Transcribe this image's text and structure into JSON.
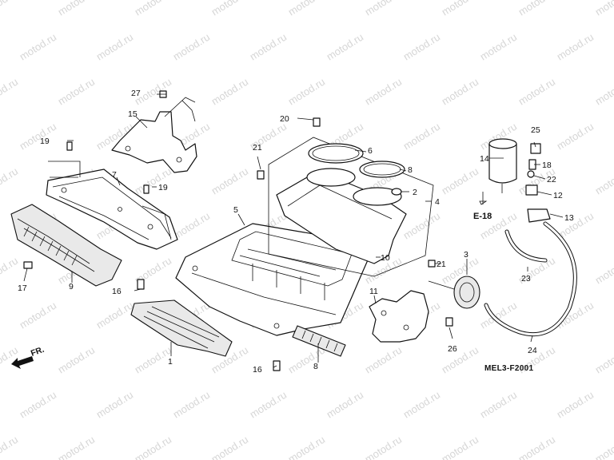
{
  "watermark": "motod.ru",
  "diagram_code": "MEL3-F2001",
  "ref_code": "E-18",
  "direction_label": "FR.",
  "callouts": {
    "c1": "1",
    "c2": "2",
    "c3": "3",
    "c4": "4",
    "c5": "5",
    "c6": "6",
    "c7": "7",
    "c8a": "8",
    "c8b": "8",
    "c9": "9",
    "c10": "10",
    "c11": "11",
    "c12": "12",
    "c13": "13",
    "c14": "14",
    "c15": "15",
    "c16a": "16",
    "c16b": "16",
    "c17": "17",
    "c18": "18",
    "c19a": "19",
    "c19b": "19",
    "c20": "20",
    "c21a": "21",
    "c21b": "21",
    "c22": "22",
    "c23": "23",
    "c24": "24",
    "c25": "25",
    "c26": "26",
    "c27": "27"
  }
}
